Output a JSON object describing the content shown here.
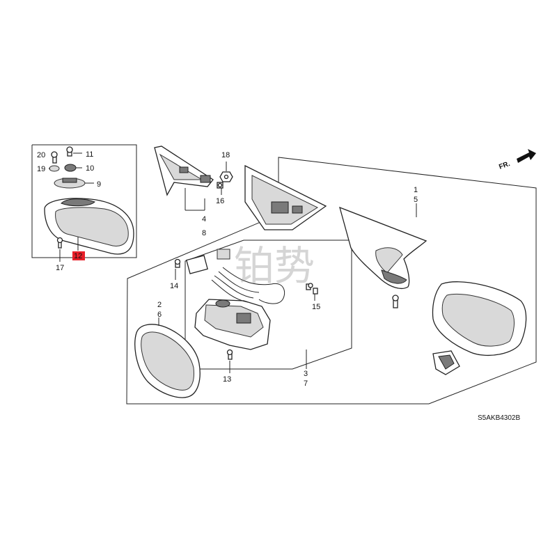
{
  "diagram_code": "S5AKB4302B",
  "direction_label": "FR.",
  "watermark": "铂势",
  "highlight_color": "#e8202a",
  "callouts": {
    "c1": "1",
    "c5": "5",
    "c2": "2",
    "c6": "6",
    "c3": "3",
    "c7": "7",
    "c4": "4",
    "c8": "8",
    "c9": "9",
    "c10": "10",
    "c11": "11",
    "c12": "12",
    "c13": "13",
    "c14": "14",
    "c15": "15",
    "c16": "16",
    "c17": "17",
    "c18": "18",
    "c19": "19",
    "c20": "20"
  }
}
